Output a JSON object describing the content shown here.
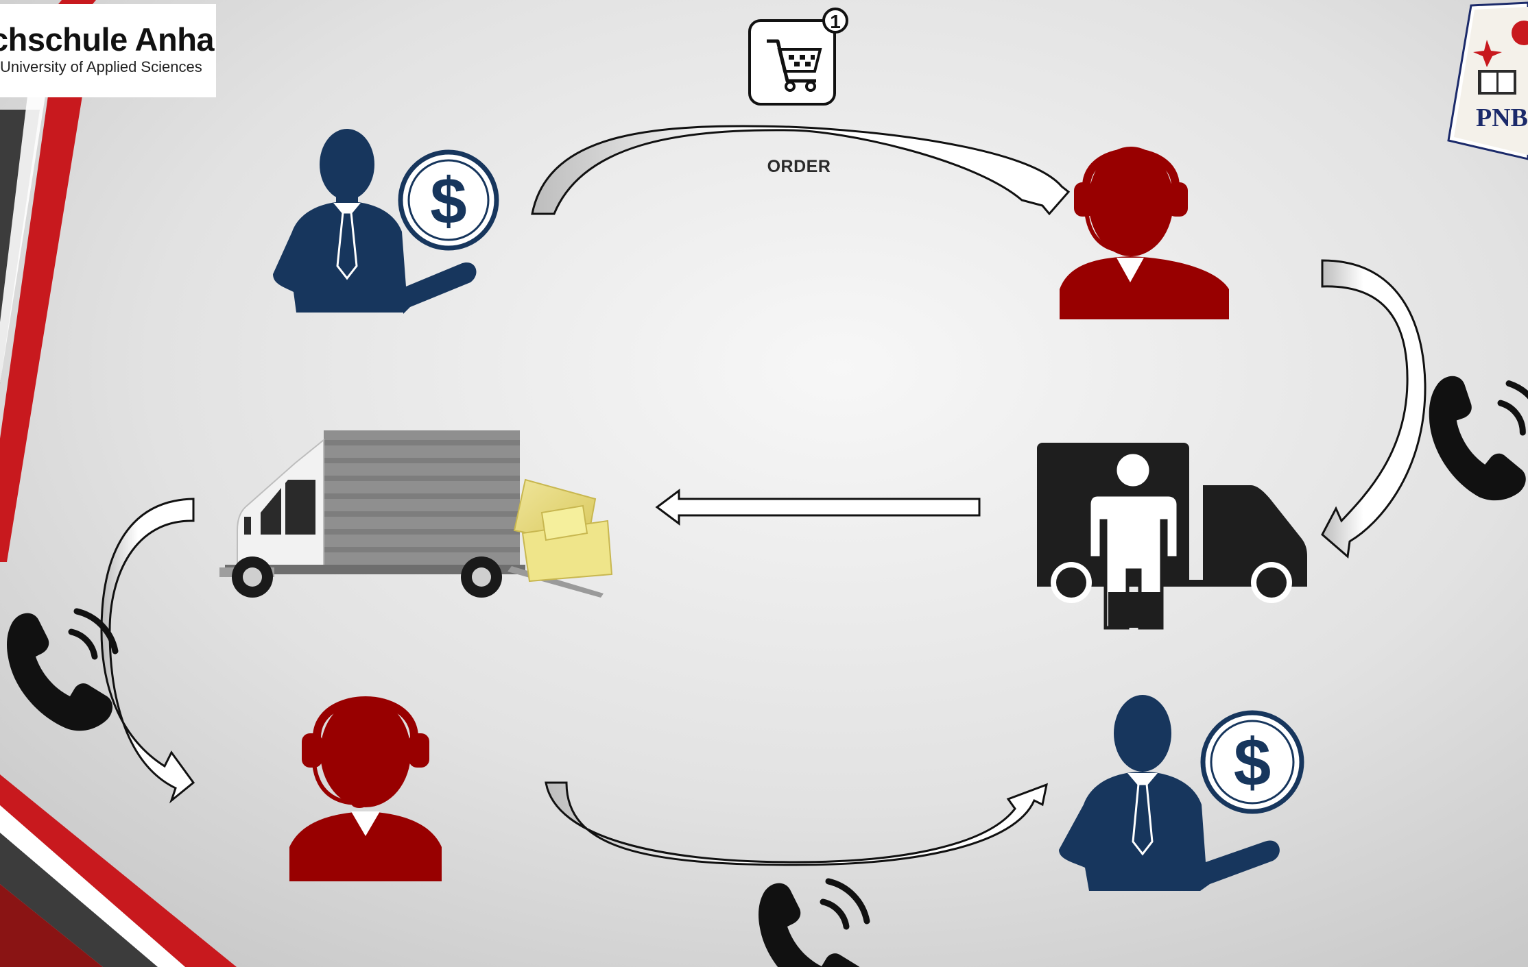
{
  "logo_left": {
    "title": "chschule Anhalt",
    "subtitle": "University of Applied Sciences"
  },
  "logo_right": {
    "text": "PNB"
  },
  "diagram": {
    "order_label": "ORDER",
    "cart_badge": "1",
    "pay_symbol": "$",
    "nodes": [
      "customer-top",
      "call-agent-top",
      "delivery-person",
      "delivery-truck",
      "call-agent-bottom",
      "customer-bottom"
    ]
  },
  "colors": {
    "navy": "#17365d",
    "red": "#980000",
    "brand_red": "#c8191e",
    "dark_stripe": "#3c3c3c",
    "background": "#e8e8e8"
  }
}
